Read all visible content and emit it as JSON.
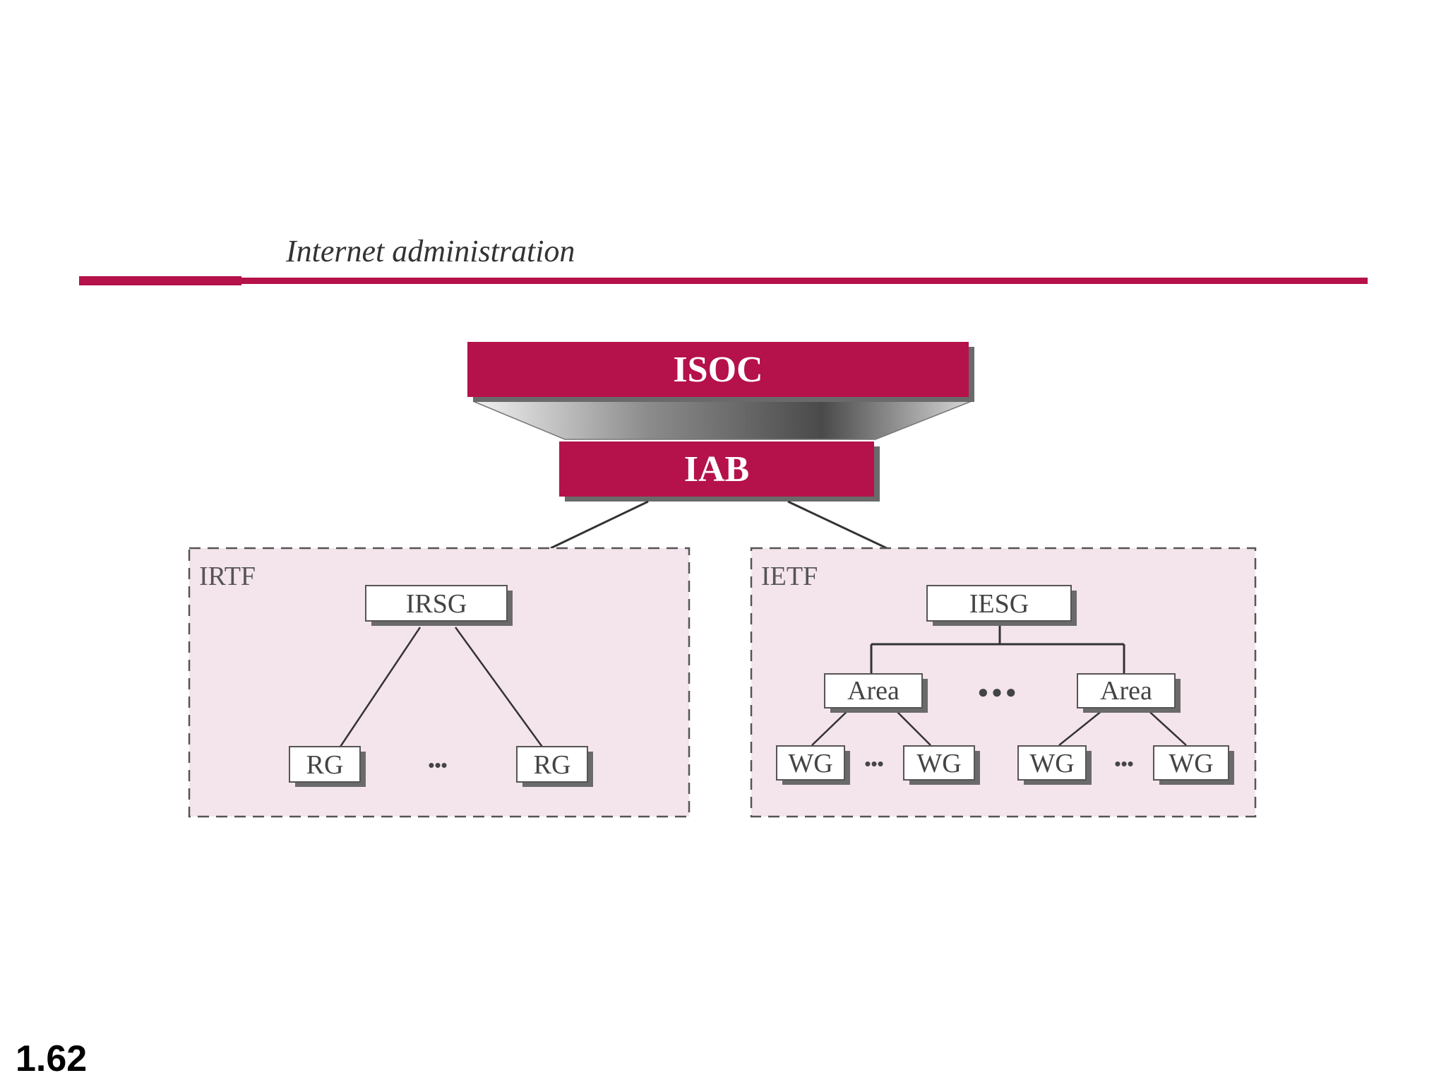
{
  "slide": {
    "title": "Internet administration",
    "page_number": "1.62"
  },
  "colors": {
    "accent": "#b5114a",
    "panel_fill": "#f4e4ec",
    "box_border": "#555555",
    "line": "#333333"
  },
  "diagram": {
    "top": {
      "isoc": "ISOC",
      "iab": "IAB"
    },
    "irtf": {
      "label": "IRTF",
      "head": "IRSG",
      "children": [
        "RG",
        "RG"
      ],
      "ellipsis": "•••"
    },
    "ietf": {
      "label": "IETF",
      "head": "IESG",
      "areas": [
        {
          "label": "Area",
          "wgs": [
            "WG",
            "WG"
          ]
        },
        {
          "label": "Area",
          "wgs": [
            "WG",
            "WG"
          ]
        }
      ],
      "area_ellipsis": "●●●",
      "wg_ellipsis": "•••"
    }
  }
}
